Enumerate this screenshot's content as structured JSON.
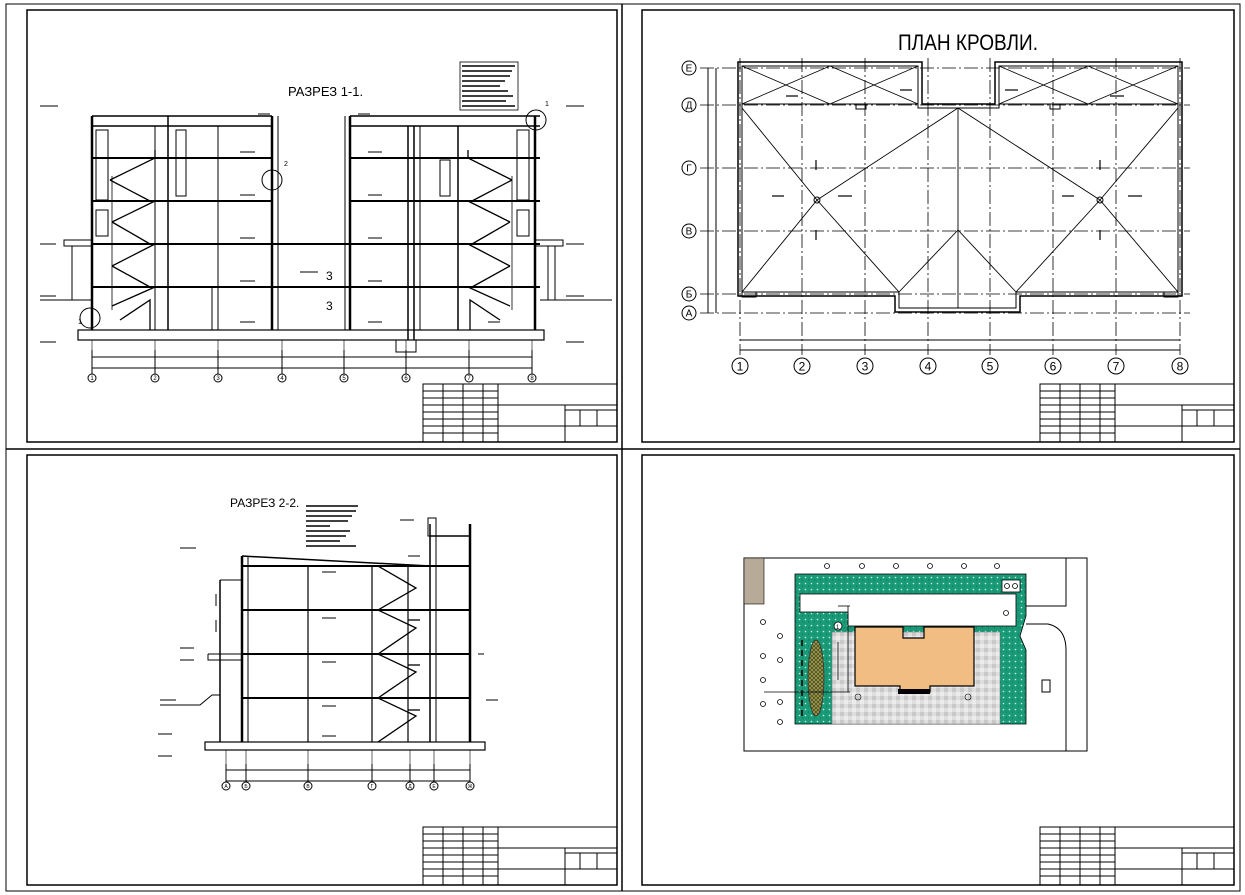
{
  "sheets": {
    "section_1": {
      "title": "РАЗРЕЗ 1-1.",
      "axes": [
        "1",
        "2",
        "3",
        "4",
        "5",
        "6",
        "7",
        "8"
      ],
      "callouts": [
        "1",
        "2",
        "3"
      ]
    },
    "roof_plan": {
      "title": "ПЛАН КРОВЛИ.",
      "axes_numeric": [
        "1",
        "2",
        "3",
        "4",
        "5",
        "6",
        "7",
        "8"
      ],
      "axes_letter": [
        "Е",
        "Д",
        "Г",
        "В",
        "Б",
        "А"
      ]
    },
    "section_2": {
      "title": "РАЗРЕЗ 2-2.",
      "axes": [
        "А",
        "Б",
        "В",
        "Г",
        "Д",
        "Е",
        "Ж"
      ]
    },
    "site_plan": {
      "building_number": "1"
    }
  },
  "colors": {
    "line": "#000000",
    "green_area": "#1a9b78",
    "building_fill": "#f2bd83",
    "paving": "#d9d9d9",
    "corner_block": "#b8aa98"
  }
}
